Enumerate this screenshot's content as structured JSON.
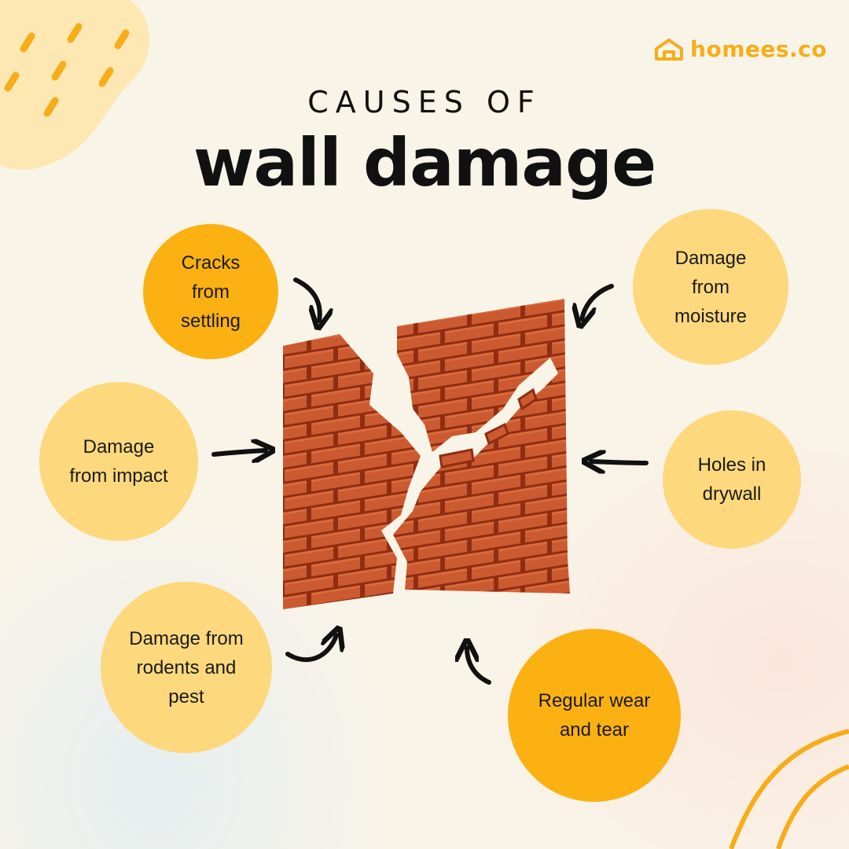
{
  "brand": {
    "name": "homees.co",
    "logo_icon": "house-logo-icon",
    "color": "#f6ad18"
  },
  "title": {
    "line1": "CAUSES OF",
    "line2": "wall damage"
  },
  "colors": {
    "dark_bubble": "#fbb112",
    "light_bubble": "#fdd87c",
    "brick": "#cc5a30",
    "brick_shadow": "#8f2d12",
    "arrow": "#111111"
  },
  "causes": [
    {
      "lines": [
        "Cracks",
        "from",
        "settling"
      ]
    },
    {
      "lines": [
        "Damage",
        "from",
        "moisture"
      ]
    },
    {
      "lines": [
        "Damage",
        "from impact"
      ]
    },
    {
      "lines": [
        "Holes in",
        "drywall"
      ]
    },
    {
      "lines": [
        "Damage from",
        "rodents and",
        "pest"
      ]
    },
    {
      "lines": [
        "Regular wear",
        "and tear"
      ]
    }
  ]
}
